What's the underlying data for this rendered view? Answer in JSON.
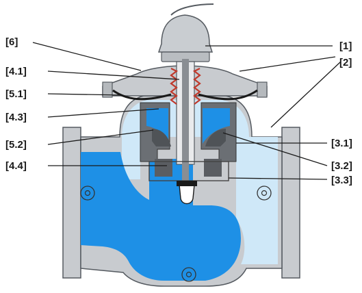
{
  "colors": {
    "fluid": "#1e90e6",
    "fluid_light": "#cfe8f8",
    "body_metal": "#c8cbcf",
    "body_outline": "#555a60",
    "dark_part": "#5a5d62",
    "actuator": "#c9cdd1",
    "text": "#1a1a1a"
  },
  "labels": {
    "l6": "[6]",
    "l41": "[4.1]",
    "l51": "[5.1]",
    "l43": "[4.3]",
    "l52": "[5.2]",
    "l44": "[4.4]",
    "r1": "[1]",
    "r2": "[2]",
    "r31": "[3.1]",
    "r32": "[3.2]",
    "r33": "[3.3]"
  }
}
